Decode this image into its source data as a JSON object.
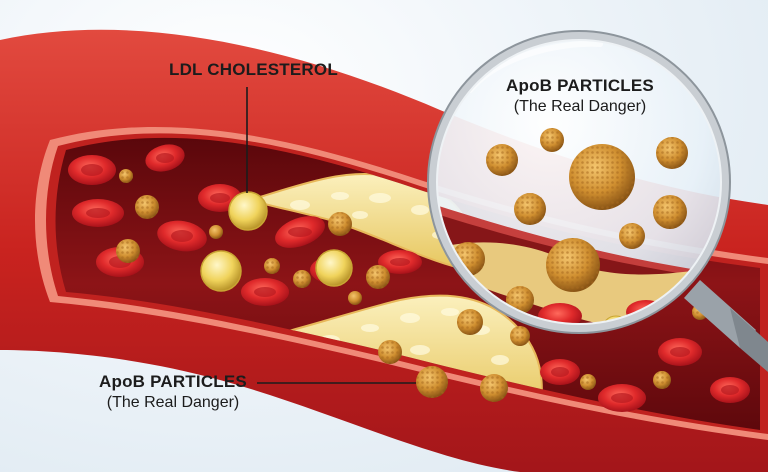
{
  "labels": {
    "ldl": "LDL CHOLESTEROL",
    "apob_bottom": {
      "title": "ApoB PARTICLES",
      "subtitle": "(The Real Danger)"
    },
    "apob_lens": {
      "title": "ApoB PARTICLES",
      "subtitle": "(The Real Danger)"
    }
  },
  "colors": {
    "background": "#e9f1f7",
    "vessel_wall": "#d92f2a",
    "vessel_interior": "#7a0f12",
    "red_blood_cell": "#d8282c",
    "plaque": "#f3dd8a",
    "ldl_particle": "#f1d65e",
    "apob_particle": "#c98a2c",
    "lens_frame": "#c9ced3"
  },
  "icons": [
    "magnifying-glass-icon"
  ]
}
